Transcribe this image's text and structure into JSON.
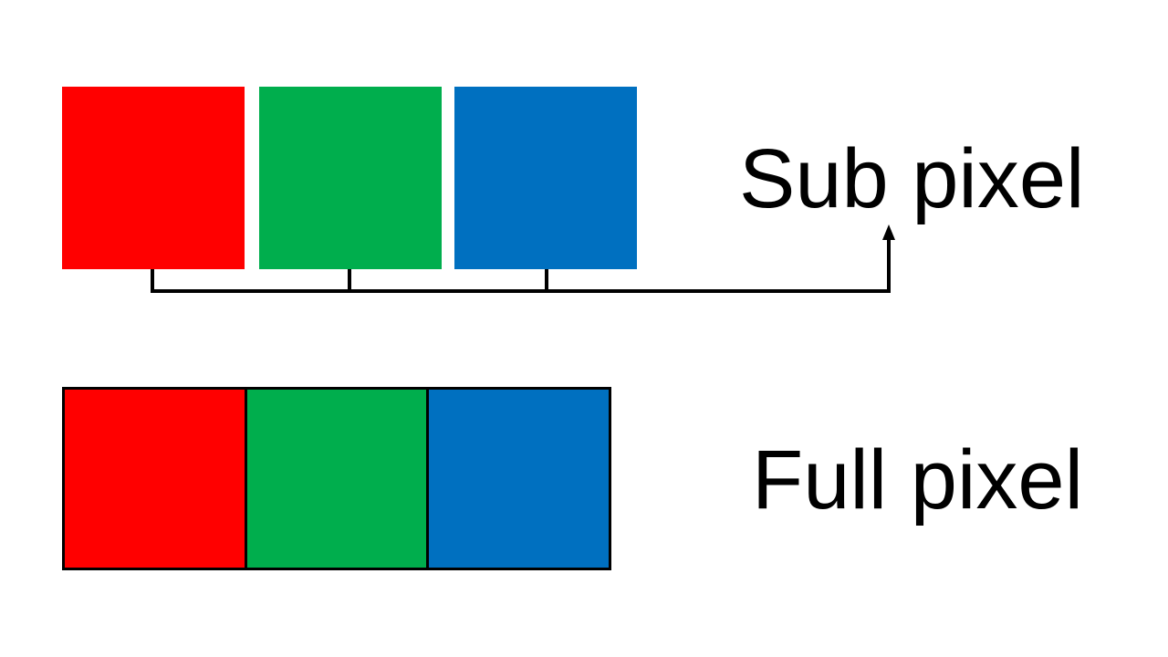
{
  "diagram": {
    "title": "Sub pixel versus full pixel rendering comparison",
    "background_color": "#ffffff",
    "stroke_color": "#000000"
  },
  "palette": {
    "red": "#FF0000",
    "green": "#00AE4D",
    "blue": "#0070C0",
    "outline": "#000000"
  },
  "rows": [
    {
      "id": "sub-pixel",
      "label": "Sub pixel",
      "style": "separated",
      "outlined": false,
      "swatches": [
        {
          "name": "red-subpixel",
          "color_name": "red",
          "color": "#FF0000"
        },
        {
          "name": "green-subpixel",
          "color_name": "green",
          "color": "#00AE4D"
        },
        {
          "name": "blue-subpixel",
          "color_name": "blue",
          "color": "#0070C0"
        }
      ]
    },
    {
      "id": "full-pixel",
      "label": "Full pixel",
      "style": "contiguous",
      "outlined": true,
      "swatches": [
        {
          "name": "red-fullpixel",
          "color_name": "red",
          "color": "#FF0000"
        },
        {
          "name": "green-fullpixel",
          "color_name": "green",
          "color": "#00AE4D"
        },
        {
          "name": "blue-fullpixel",
          "color_name": "blue",
          "color": "#0070C0"
        }
      ]
    }
  ],
  "annotation": {
    "name": "grouping-bracket-with-arrow",
    "description": "Bracket under the three sub pixel squares with an arrow pointing up to the Sub pixel label",
    "arrow_direction": "up",
    "tick_count": 3
  }
}
